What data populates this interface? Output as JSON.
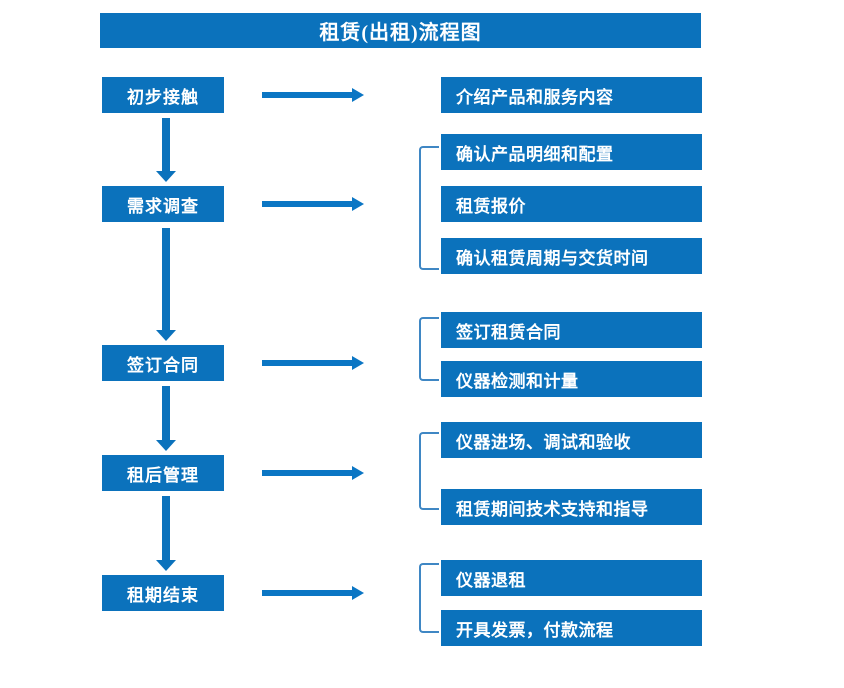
{
  "diagram": {
    "title": "租赁(出租)流程图",
    "colors": {
      "box_fill": "#0b72bc",
      "box_text": "#ffffff",
      "arrow": "#0b76c4",
      "bracket": "#3f87c4",
      "background": "#ffffff"
    },
    "stages": [
      {
        "label": "初步接触"
      },
      {
        "label": "需求调查"
      },
      {
        "label": "签订合同"
      },
      {
        "label": "租后管理"
      },
      {
        "label": "租期结束"
      }
    ],
    "flow_arrows": {
      "vertical_icon": "down-arrow-icon",
      "horizontal_icon": "right-arrow-icon",
      "count_vertical": 4,
      "count_horizontal": 5
    },
    "groups": [
      {
        "stage": "初步接触",
        "has_bracket": false,
        "details": [
          "介绍产品和服务内容"
        ]
      },
      {
        "stage": "需求调查",
        "has_bracket": true,
        "details": [
          "确认产品明细和配置",
          "租赁报价",
          "确认租赁周期与交货时间"
        ]
      },
      {
        "stage": "签订合同",
        "has_bracket": true,
        "details": [
          "签订租赁合同",
          "仪器检测和计量"
        ]
      },
      {
        "stage": "租后管理",
        "has_bracket": true,
        "details": [
          "仪器进场、调试和验收",
          "租赁期间技术支持和指导"
        ]
      },
      {
        "stage": "租期结束",
        "has_bracket": true,
        "details": [
          "仪器退租",
          "开具发票，付款流程"
        ]
      }
    ]
  }
}
